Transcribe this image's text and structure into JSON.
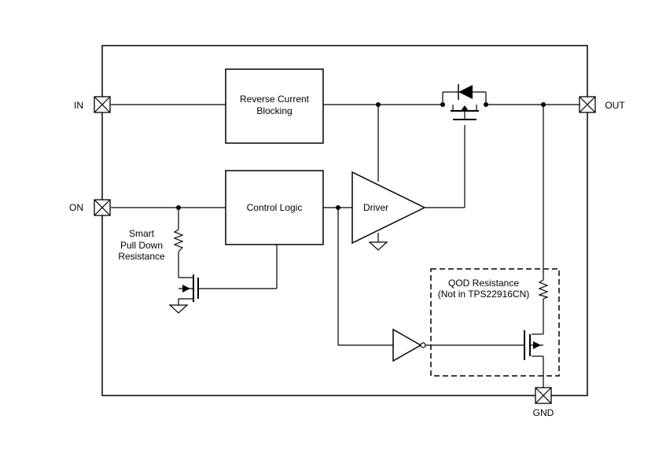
{
  "pins": {
    "in": "IN",
    "on": "ON",
    "out": "OUT",
    "gnd": "GND"
  },
  "blocks": {
    "reverse_current": [
      "Reverse Current",
      "Blocking"
    ],
    "control_logic": "Control Logic",
    "driver": "Driver"
  },
  "labels": {
    "pulldown": [
      "Smart",
      "Pull Down",
      "Resistance"
    ],
    "qod": [
      "QOD Resistance",
      "(Not in TPS22916CN)"
    ]
  }
}
